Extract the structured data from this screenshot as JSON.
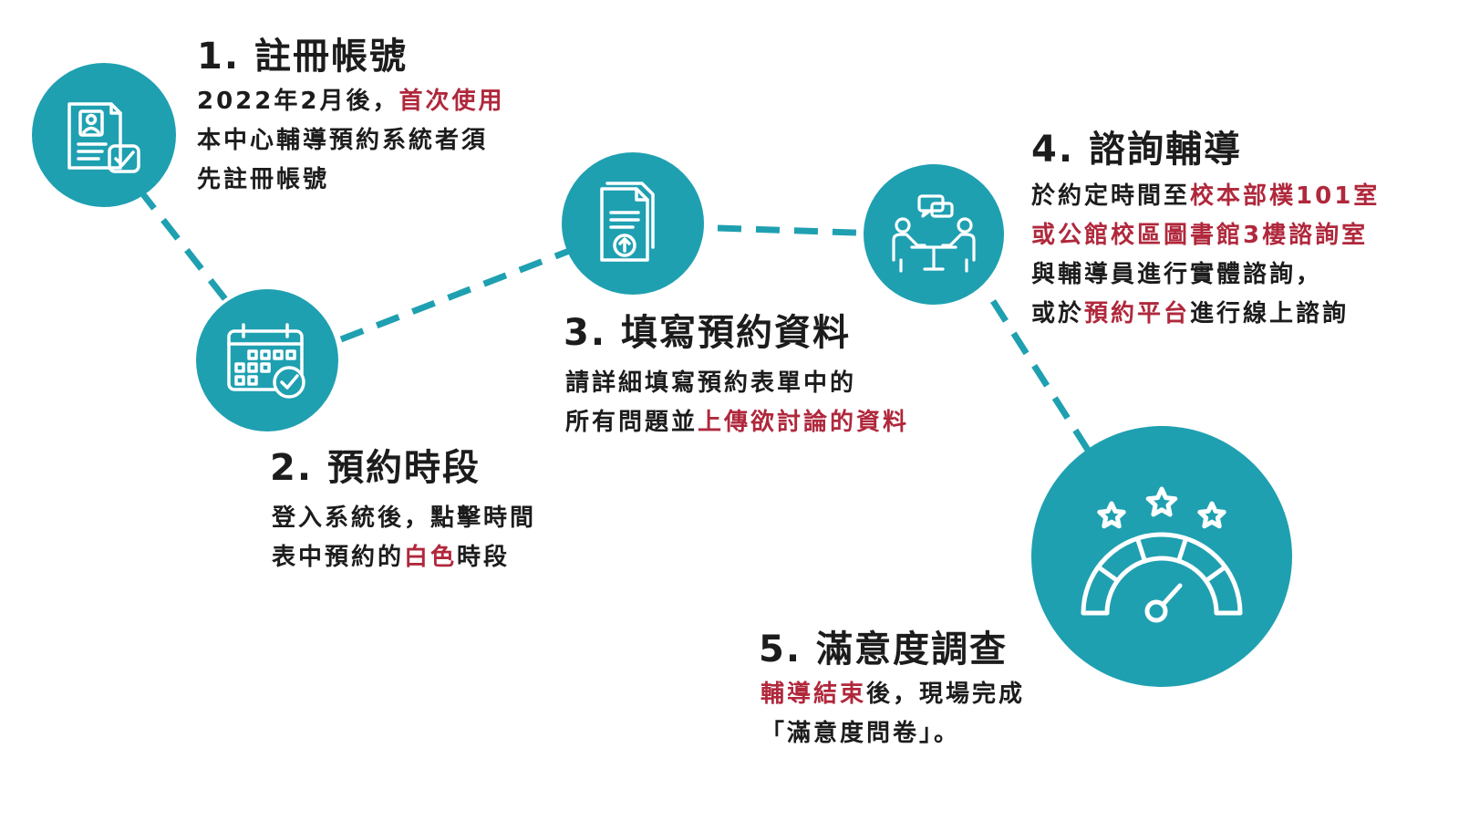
{
  "colors": {
    "circle": "#1fa0b1",
    "highlight": "#b0283c",
    "connector": "#1fa0b1",
    "text": "#1c1c1c"
  },
  "steps": [
    {
      "icon": "registration-document-icon",
      "title": "1.  註冊帳號",
      "lines": [
        [
          {
            "t": "2022年2月後，"
          },
          {
            "t": "首次使用",
            "hl": true
          }
        ],
        [
          {
            "t": "本中心輔導預約系統者須"
          }
        ],
        [
          {
            "t": "先註冊帳號"
          }
        ]
      ]
    },
    {
      "icon": "calendar-check-icon",
      "title": "2.  預約時段",
      "lines": [
        [
          {
            "t": "登入系統後，點擊時間"
          }
        ],
        [
          {
            "t": "表中預約的"
          },
          {
            "t": "白色",
            "hl": true
          },
          {
            "t": "時段"
          }
        ]
      ]
    },
    {
      "icon": "document-upload-icon",
      "title": "3.  填寫預約資料",
      "lines": [
        [
          {
            "t": "請詳細填寫預約表單中的"
          }
        ],
        [
          {
            "t": "所有問題並"
          },
          {
            "t": "上傳欲討論的資料",
            "hl": true
          }
        ]
      ]
    },
    {
      "icon": "consultation-meeting-icon",
      "title": "4.  諮詢輔導",
      "lines": [
        [
          {
            "t": "於約定時間至"
          },
          {
            "t": "校本部樸101室",
            "hl": true
          }
        ],
        [
          {
            "t": "或公館校區圖書館3樓諮詢室",
            "hl": true
          }
        ],
        [
          {
            "t": "與輔導員進行實體諮詢，"
          }
        ],
        [
          {
            "t": "或於"
          },
          {
            "t": "預約平台",
            "hl": true
          },
          {
            "t": "進行線上諮詢"
          }
        ]
      ]
    },
    {
      "icon": "satisfaction-gauge-icon",
      "title": "5.  滿意度調查",
      "lines": [
        [
          {
            "t": "輔導結束",
            "hl": true
          },
          {
            "t": "後，現場完成"
          }
        ],
        [
          {
            "t": "「滿意度問卷」。"
          }
        ]
      ]
    }
  ]
}
